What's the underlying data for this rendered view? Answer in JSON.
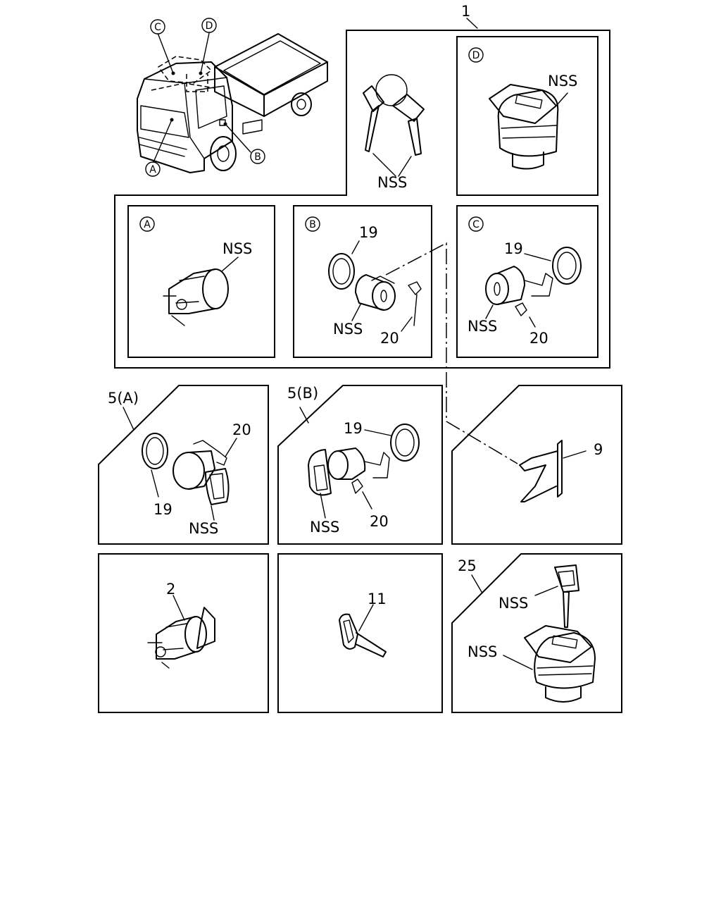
{
  "labels": {
    "assembly": "1",
    "callout_a": "A",
    "callout_b": "B",
    "callout_c": "C",
    "callout_d": "D",
    "nss": "NSS",
    "ring": "19",
    "clip": "20",
    "kit_5a": "5(A)",
    "kit_5b": "5(B)",
    "rod": "9",
    "cylinder": "2",
    "key_blank": "11",
    "fuel_cap_kit": "25"
  }
}
